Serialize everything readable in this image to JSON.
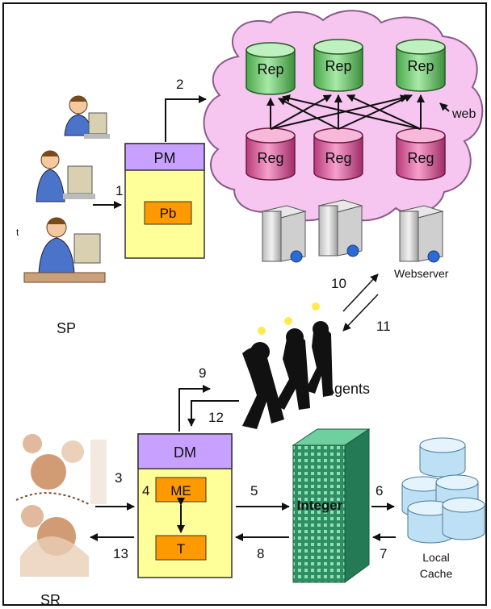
{
  "cloud": {
    "repositories": [
      "Rep",
      "Rep",
      "Rep"
    ],
    "registries": [
      "Reg",
      "Reg",
      "Reg"
    ],
    "web_label": "web",
    "webserver_label": "Webserver"
  },
  "pm": {
    "title": "PM",
    "inner": "Pb"
  },
  "dm": {
    "title": "DM",
    "me": "ME",
    "t": "T"
  },
  "integer_label": "Integer",
  "agents_label": "Agents",
  "sp_label": "SP",
  "sr_label": "SR",
  "local_cache": {
    "line1": "Local",
    "line2": "Cache"
  },
  "steps": [
    "1",
    "2",
    "3",
    "4",
    "5",
    "6",
    "7",
    "8",
    "9",
    "10",
    "11",
    "12",
    "13"
  ],
  "side_mark": "t",
  "colors": {
    "cloud": "#f7c6f0",
    "cloud_stroke": "#8a5a8a",
    "rep_fill": "#7dd07d",
    "reg_fill": "#e060a0",
    "manager_header": "#c8a0ff",
    "manager_body": "#ffff99",
    "inner_box": "#ff9900",
    "integer_fill": "#2e9e6e",
    "cache_fill": "#bde0f5"
  }
}
